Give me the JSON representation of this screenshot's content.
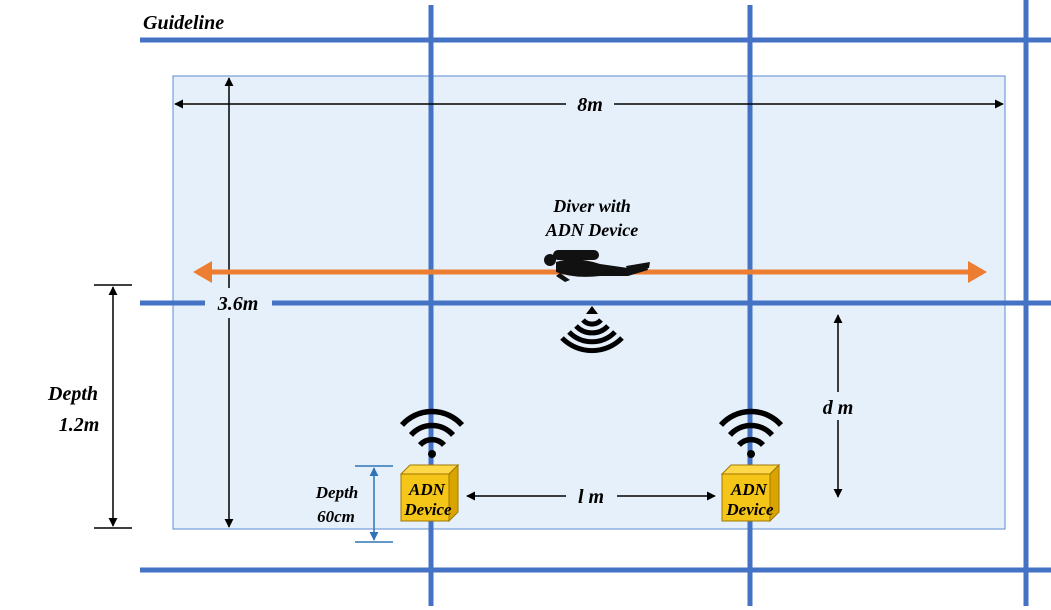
{
  "labels": {
    "guideline": "Guideline",
    "pool_length": "8m",
    "pool_width": "3.6m",
    "depth_pool_line1": "Depth",
    "depth_pool_line2": "1.2m",
    "diver_line1": "Diver with",
    "diver_line2": "ADN Device",
    "device_depth_line1": "Depth",
    "device_depth_line2": "60cm",
    "device_spacing": "l m",
    "vertical_distance": "d m"
  },
  "devices": [
    {
      "line1": "ADN",
      "line2": "Device"
    },
    {
      "line1": "ADN",
      "line2": "Device"
    }
  ],
  "colors": {
    "guideline": "#4472c4",
    "pool_fill": "#e6f0fb",
    "pool_border": "#5b8bd0",
    "diver_path": "#ed7d31",
    "device_fill": "#f5c518",
    "device_side": "#d9a400",
    "device_top": "#ffd84a",
    "device_depth_arrow": "#2e75b6",
    "arrows": "#000000"
  },
  "icons": {
    "signal": "wifi-signal-icon",
    "sonar": "sonar-wave-icon",
    "diver": "scuba-diver-icon"
  }
}
